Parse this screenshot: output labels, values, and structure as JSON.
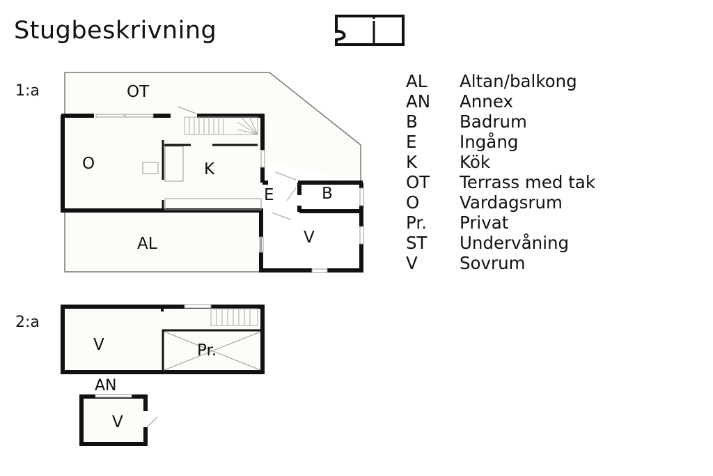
{
  "title": "Stugbeskrivning",
  "title_icon": "cabin-info-icon",
  "floors": {
    "first": {
      "label": "1:a",
      "rooms": {
        "OT": "OT",
        "O": "O",
        "K": "K",
        "E": "E",
        "B": "B",
        "AL": "AL",
        "V": "V"
      }
    },
    "second": {
      "label": "2:a",
      "rooms": {
        "V": "V",
        "Pr": "Pr."
      }
    },
    "annex": {
      "label": "AN",
      "rooms": {
        "V": "V"
      }
    }
  },
  "legend": [
    {
      "code": "AL",
      "name": "Altan/balkong"
    },
    {
      "code": "AN",
      "name": "Annex"
    },
    {
      "code": "B",
      "name": "Badrum"
    },
    {
      "code": "E",
      "name": "Ingång"
    },
    {
      "code": "K",
      "name": "Kök"
    },
    {
      "code": "OT",
      "name": "Terrass med tak"
    },
    {
      "code": "O",
      "name": "Vardagsrum"
    },
    {
      "code": "Pr.",
      "name": "Privat"
    },
    {
      "code": "ST",
      "name": "Undervåning"
    },
    {
      "code": "V",
      "name": "Sovrum"
    }
  ]
}
